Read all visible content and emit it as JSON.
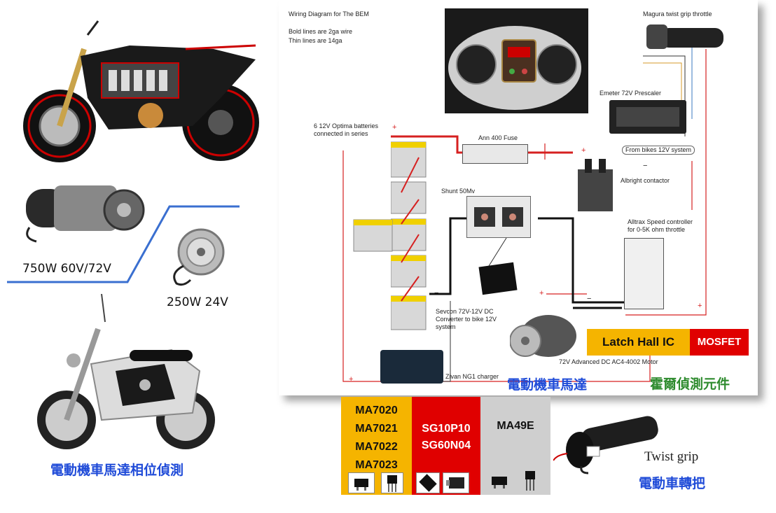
{
  "photos": {
    "motor_large_caption": "750W 60V/72V",
    "motor_small_caption": "250W 24V",
    "scooter_caption": "電動機車馬達相位偵測"
  },
  "diagram": {
    "title": "Wiring Diagram for The BEM",
    "note_line1": "Bold lines are 2ga wire",
    "note_line2": "Thin lines are 14ga",
    "throttle_label": "Magura twist grip throttle",
    "emeter_label": "Emeter 72V Prescaler",
    "bike12v_label": "From bikes 12V system",
    "batteries_label_line1": "6 12V Optima batteries",
    "batteries_label_line2": "connected in series",
    "fuse_label": "Ann 400 Fuse",
    "contactor_label": "Albright contactor",
    "shunt_label": "Shunt 50Mv",
    "controller_label_line1": "Alltrax Speed controller",
    "controller_label_line2": "for 0-5K ohm throttle",
    "converter_label_line1": "Sevcon 72V-12V DC",
    "converter_label_line2": "Converter to bike 12V",
    "converter_label_line3": "system",
    "motor_label": "72V Advanced DC AC4-4002 Motor",
    "charger_label": "Zivan NG1 charger",
    "motor_caption_zh": "電動機車馬達",
    "hall_caption_zh": "霍爾偵測元件",
    "latch_label": "Latch Hall IC",
    "mosfet_label": "MOSFET"
  },
  "parts": {
    "latch_items": [
      "MA7020",
      "MA7021",
      "MA7022",
      "MA7023"
    ],
    "mosfet_items": [
      "SG10P10",
      "SG60N04"
    ],
    "linear_item": "MA49E",
    "twist_grip_label": "Twist grip",
    "twist_grip_caption_zh": "電動車轉把"
  },
  "colors": {
    "latch_yellow": "#f5b400",
    "mosfet_red": "#e00000",
    "linear_gray": "#cfcfcf",
    "caption_blue": "#1f4bd8",
    "caption_green": "#2e8b2e",
    "wire_red": "#d62020"
  }
}
